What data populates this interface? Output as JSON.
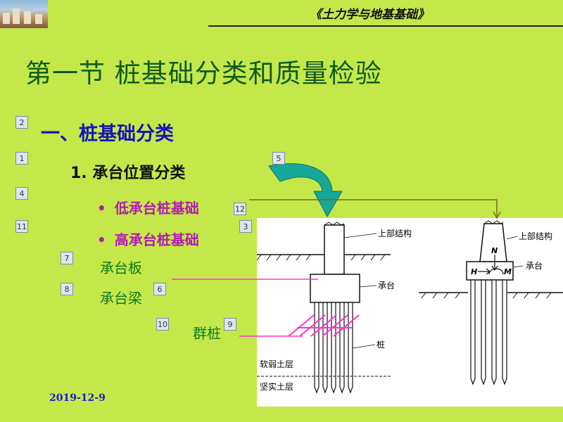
{
  "header": {
    "course_title": "《土力学与地基基础》"
  },
  "slide": {
    "title": "第一节  桩基础分类和质量检验",
    "section": "一、桩基础分类",
    "subsection": "1.  承台位置分类",
    "bullets": [
      "低承台桩基础",
      "高承台桩基础"
    ],
    "terms": {
      "cap_plate": "承台板",
      "cap_beam": "承台梁",
      "pile_group": "群桩"
    },
    "date": "2019-12-9"
  },
  "animation_markers": [
    "2",
    "1",
    "4",
    "11",
    "5",
    "12",
    "3",
    "7",
    "6",
    "8",
    "10",
    "9"
  ],
  "figure_labels": {
    "superstructure": "上部结构",
    "cap": "承台",
    "pile": "桩",
    "soft_layer": "软弱土层",
    "hard_layer": "坚实土层",
    "superstructure_right": "上部结构",
    "cap_right": "承台",
    "force_n": "N",
    "force_h": "H",
    "moment_m": "M"
  },
  "colors": {
    "background": "#c4e84a",
    "title": "#0f5a1e",
    "section": "#1515b8",
    "bullet": "#b31ab3",
    "term": "#0c7a22",
    "magenta_line": "#ff33cc",
    "arrow": "#18a89a"
  }
}
